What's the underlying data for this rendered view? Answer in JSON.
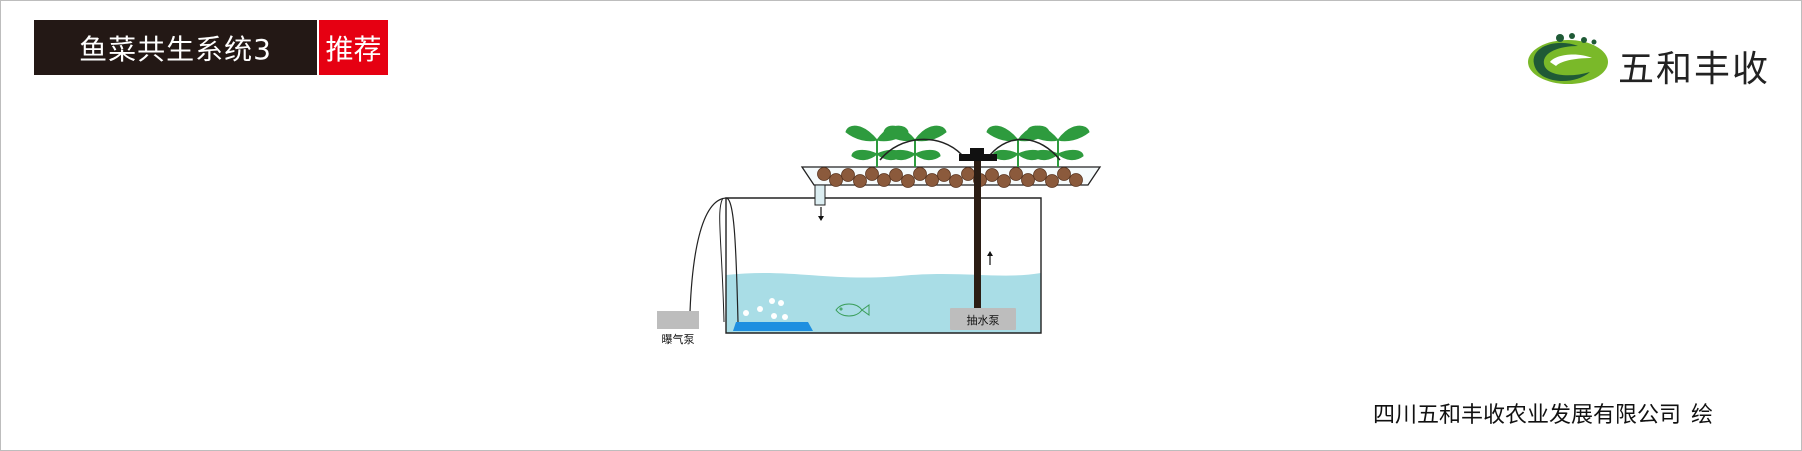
{
  "header": {
    "title": "鱼菜共生系统3",
    "badge": "推荐"
  },
  "brand": {
    "name": "五和丰收",
    "logo_icon": "wuhe-leaf-logo-icon"
  },
  "diagram": {
    "air_pump_label": "曝气泵",
    "water_pump_label": "抽水泵"
  },
  "credit": {
    "org": "四川五和丰收农业发展有限公司",
    "suffix": "绘"
  },
  "colors": {
    "title_bg": "#231815",
    "badge_bg": "#e60012",
    "water": "#a9dde6",
    "clay_pebble": "#8b5a3c",
    "plant_leaf": "#2e9b3e",
    "air_stone": "#1e8fe0",
    "pump_gray": "#bdbdbd",
    "logo_green": "#7ab929",
    "logo_dark": "#1f5a36"
  }
}
